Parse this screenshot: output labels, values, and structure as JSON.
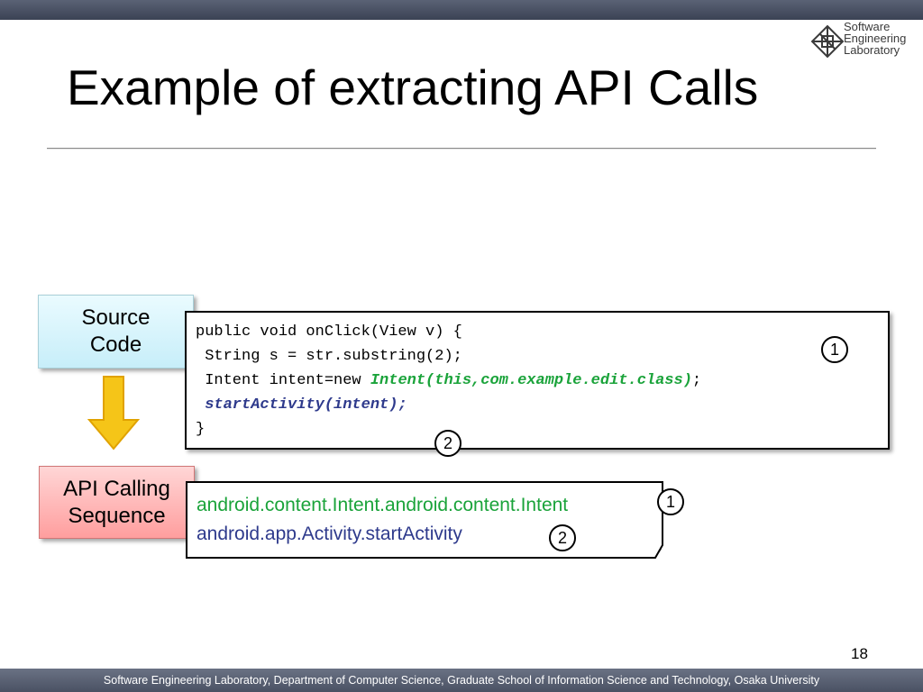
{
  "slide": {
    "title": "Example of extracting API Calls",
    "page_number": "18",
    "footer": "Software Engineering Laboratory, Department of Computer Science, Graduate School of Information Science and Technology, Osaka University"
  },
  "logo": {
    "line1": "Software",
    "line2": "Engineering",
    "line3": "Laboratory"
  },
  "labels": {
    "source_code_line1": "Source",
    "source_code_line2": "Code",
    "api_sequence_line1": "API Calling",
    "api_sequence_line2": "Sequence"
  },
  "code": {
    "line1": "public void onClick(View v) {",
    "line2": " String s = str.substring(2);",
    "line3_prefix": " Intent intent=new ",
    "line3_highlight": "Intent(this,com.example.edit.class)",
    "line3_suffix": ";",
    "line4_highlight": "startActivity(intent);",
    "line5": "}"
  },
  "api_sequence": {
    "line1": "android.content.Intent.android.content.Intent",
    "line2": "android.app.Activity.startActivity"
  },
  "markers": {
    "one": "1",
    "two": "2"
  },
  "colors": {
    "top_bar": "#3b4254",
    "highlight_green": "#1aa33a",
    "highlight_blue": "#2e3a8c",
    "source_box": "#c7eef9",
    "api_box": "#ff9e9e",
    "arrow": "#f5c518"
  }
}
